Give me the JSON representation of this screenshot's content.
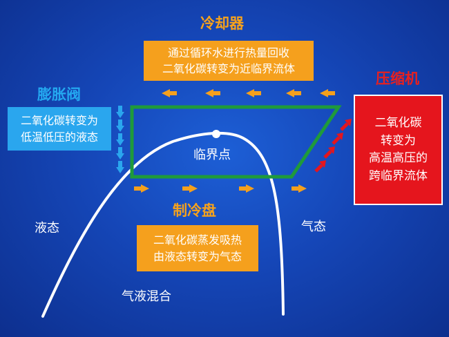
{
  "cooler": {
    "title": "冷却器",
    "lines": [
      "通过循环水进行热量回收",
      "二氧化碳转变为近临界流体"
    ]
  },
  "expansion_valve": {
    "title": "膨胀阀",
    "lines": [
      "二氧化碳转变为",
      "低温低压的液态"
    ]
  },
  "compressor": {
    "title": "压缩机",
    "lines": [
      "二氧化碳",
      "转变为",
      "高温高压的",
      "跨临界流体"
    ]
  },
  "evaporator": {
    "title": "制冷盘",
    "lines": [
      "二氧化碳蒸发吸热",
      "由液态转变为气态"
    ]
  },
  "regions": {
    "critical_point": "临界点",
    "liquid": "液态",
    "gas": "气态",
    "mixture": "气液混合"
  },
  "colors": {
    "orange": "#f5a01d",
    "blue": "#2aa6ee",
    "red": "#e5151d",
    "green": "#1f9a3b",
    "background": "#1546b7"
  }
}
